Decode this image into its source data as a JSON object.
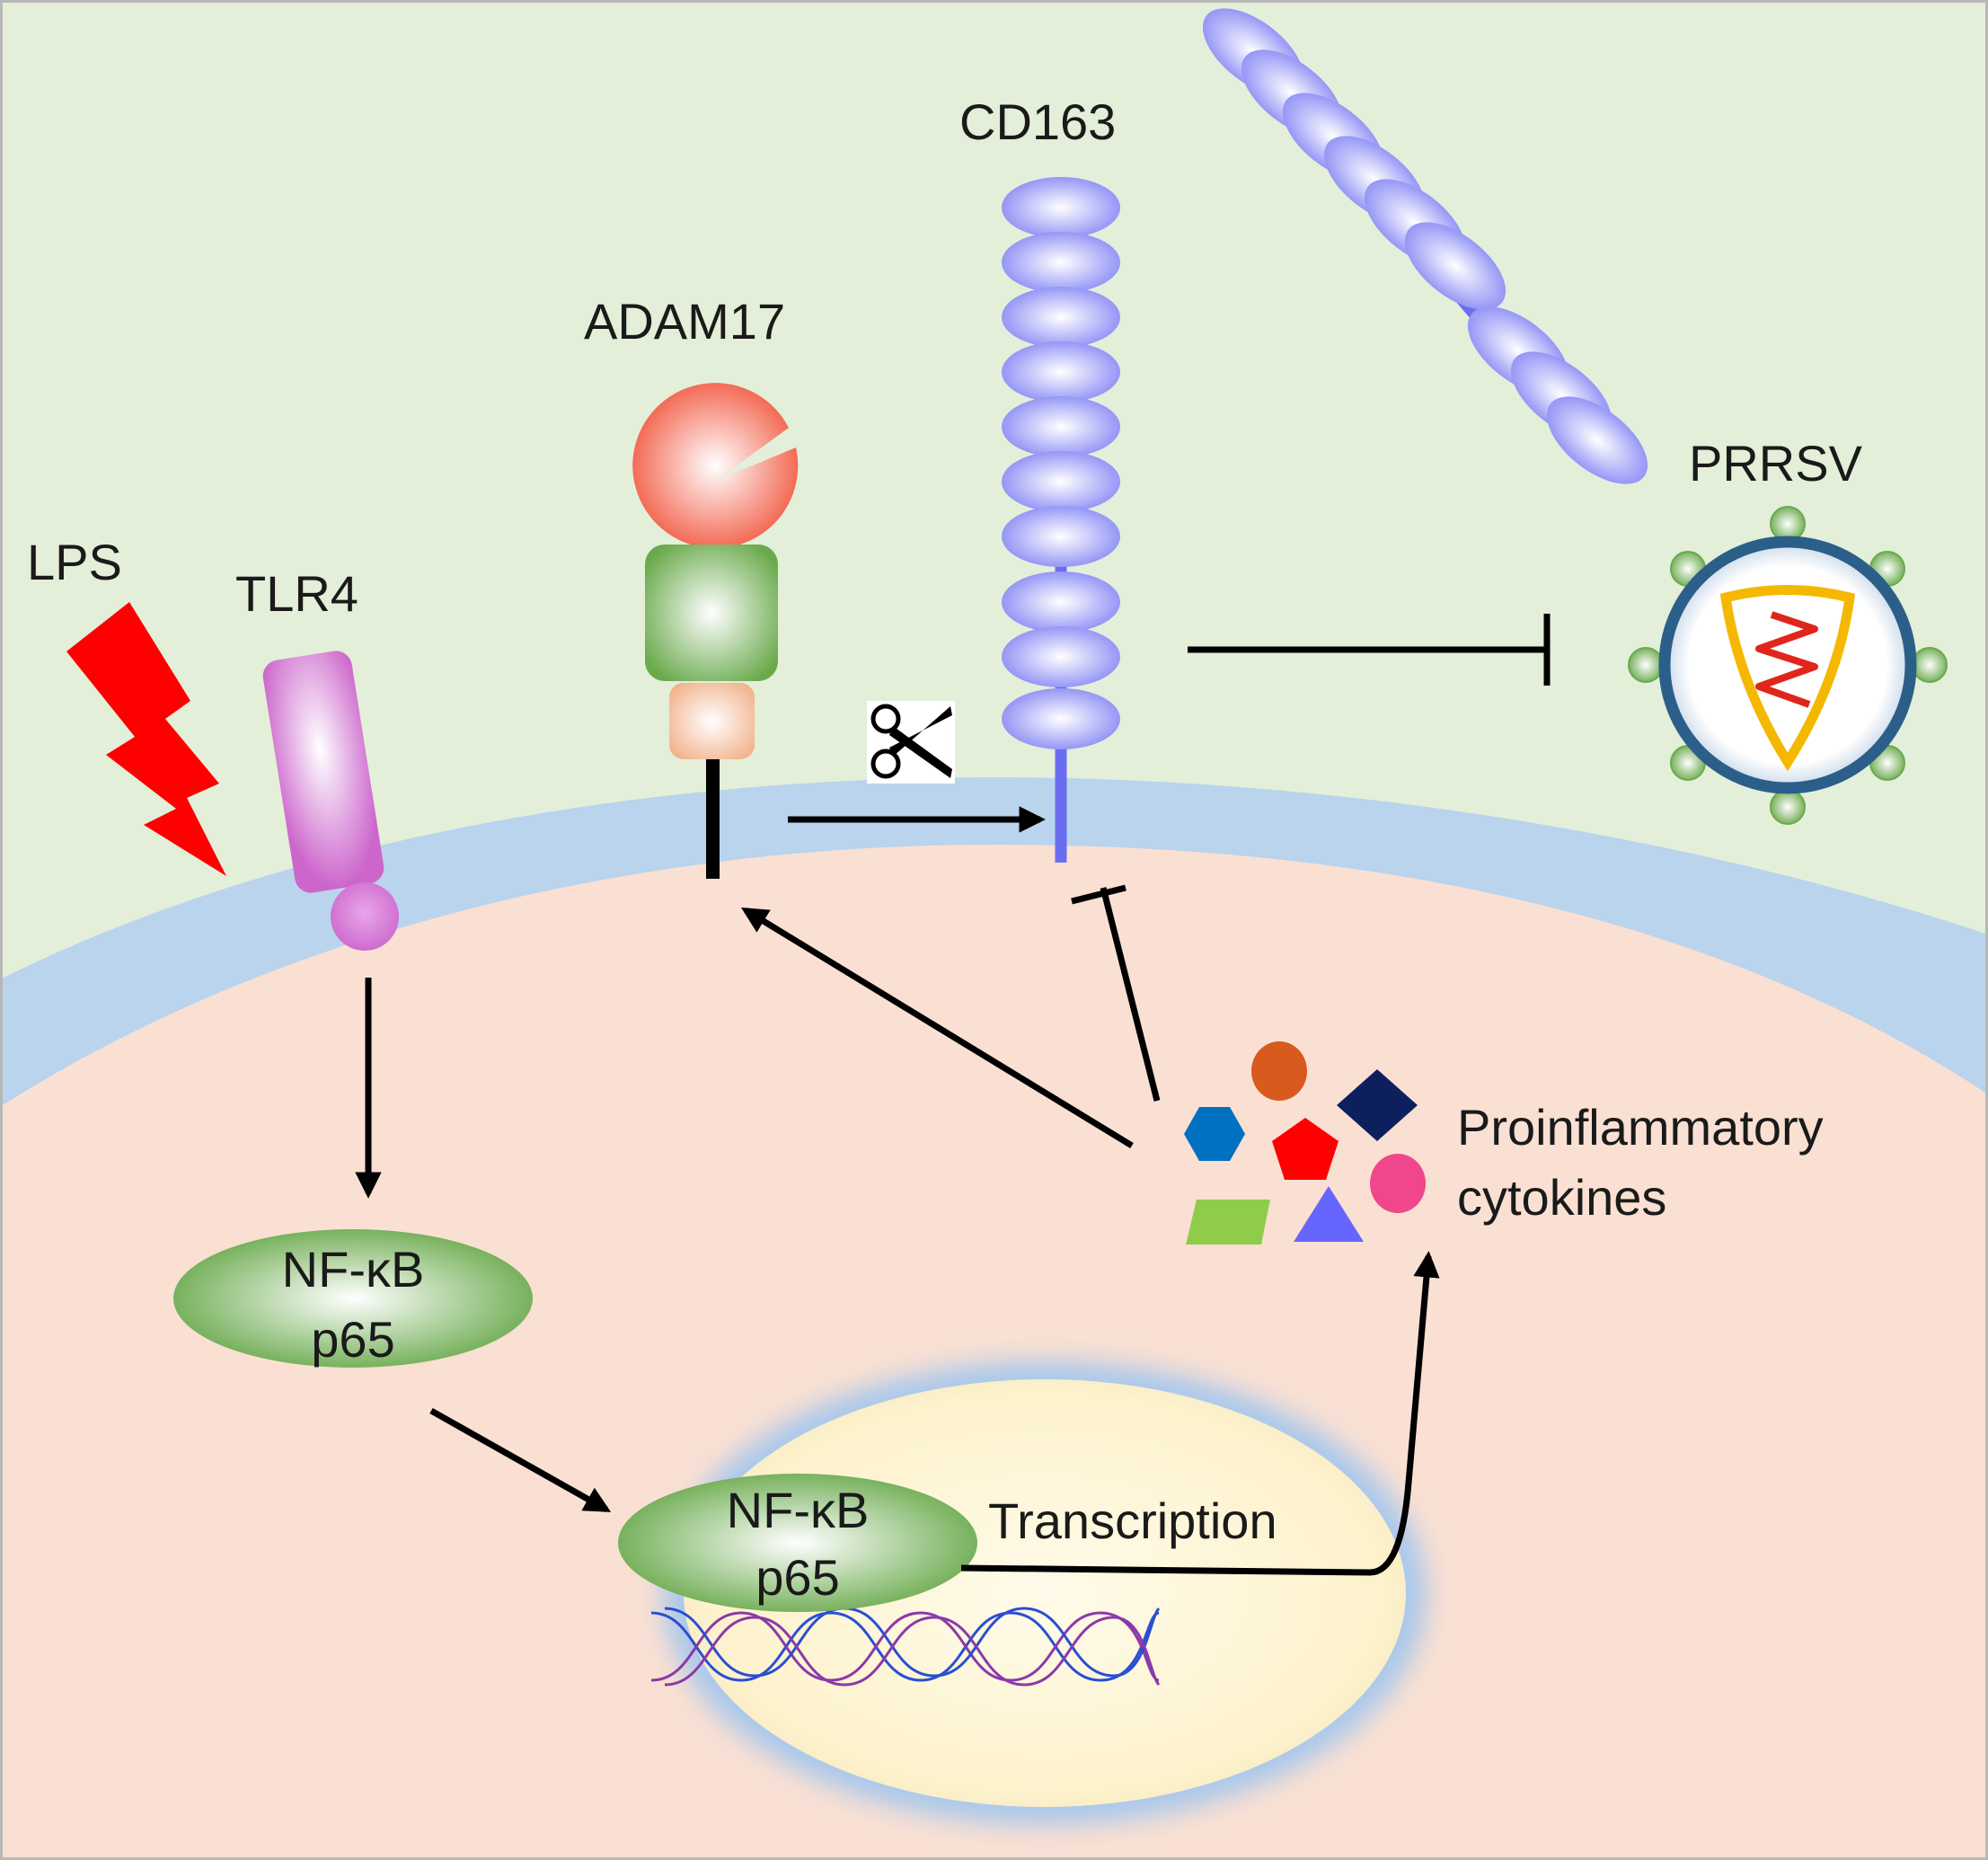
{
  "labels": {
    "lps": "LPS",
    "tlr4": "TLR4",
    "adam17": "ADAM17",
    "cd163": "CD163",
    "prrsv": "PRRSV",
    "nfkb_cytoplasm": {
      "line1": "NF-κB",
      "line2": "p65"
    },
    "nfkb_nucleus": {
      "line1": "NF-κB",
      "line2": "p65"
    },
    "transcription": "Transcription",
    "cytokines": {
      "line1": "Proinflammatory",
      "line2": "cytokines"
    }
  },
  "colors": {
    "extracellular": "#e3efd9",
    "cytoplasm": "#f9e0d3",
    "membrane": "#b9d4ec",
    "lps_bolt": "#ff0000",
    "tlr4": "#cc66cc",
    "adam17_head": "#f25c45",
    "adam17_body": "#6aaa4d",
    "adam17_base": "#f2b48f",
    "cd163_domain": "#8a8cf5",
    "nfkb": "#6aaa4d",
    "prrsv_envelope": "#2b5f8a",
    "prrsv_spike": "#6aaa4d",
    "prrsv_capsid": "#f5b800",
    "prrsv_genome": "#e0261b",
    "dna_strand_a": "#2a4fd0",
    "dna_strand_b": "#8a3aa8",
    "cytokine_hexagon": "#0070c0",
    "cytokine_circle": "#d95a1e",
    "cytokine_diamond": "#0d1f5c",
    "cytokine_pentagon": "#ff0000",
    "cytokine_pink": "#f0468c",
    "cytokine_parallelogram": "#8fcc4a",
    "cytokine_triangle": "#6666ff"
  },
  "icons": {
    "lps": "lightning-bolt-icon",
    "cleavage": "scissors-icon",
    "inhibition": "t-bar-inhibition-icon"
  }
}
